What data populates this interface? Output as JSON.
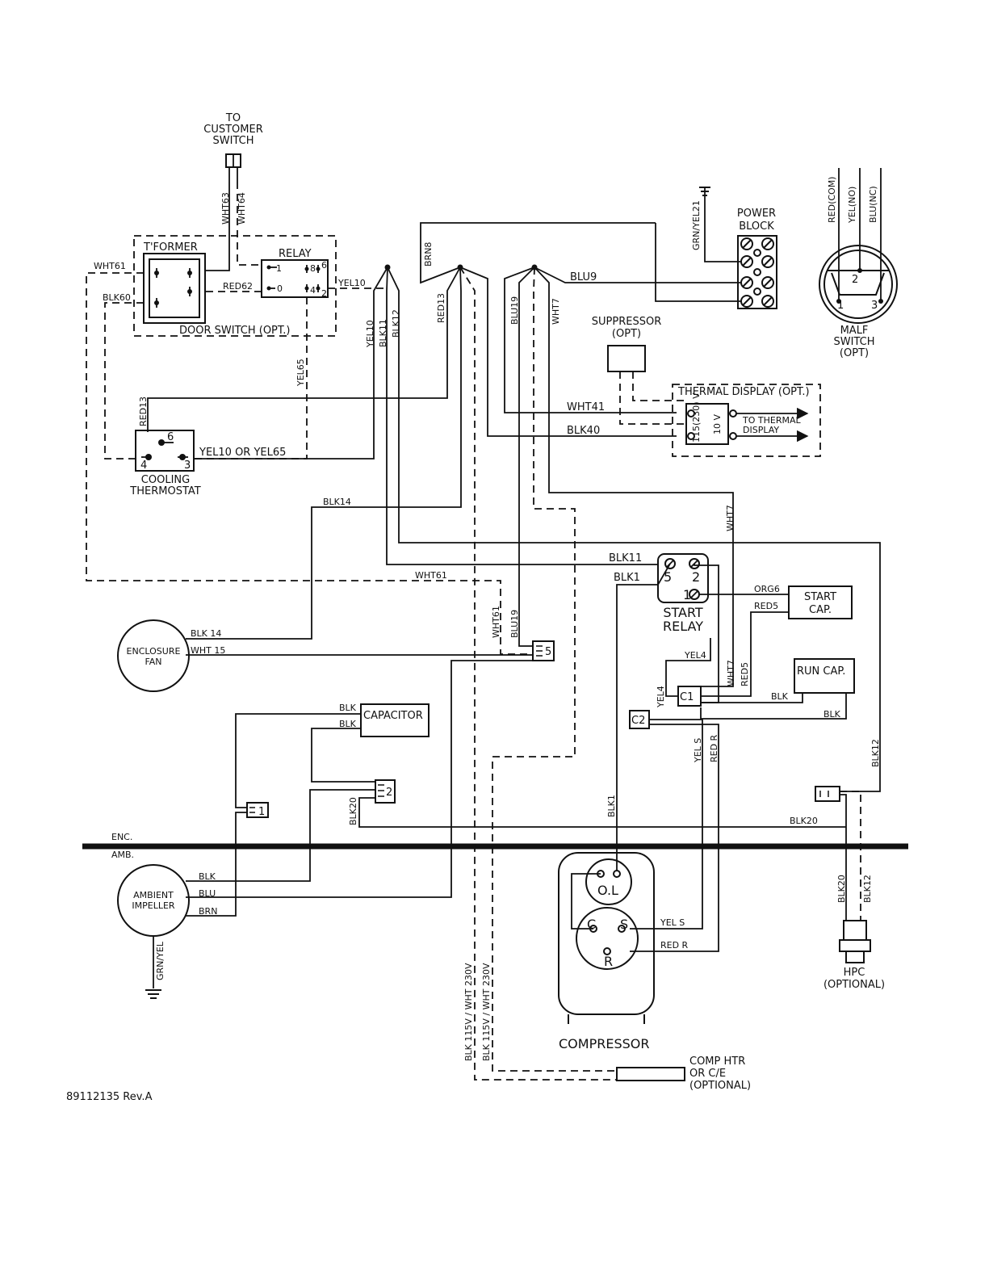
{
  "doc_number": "89112135  Rev.A",
  "components": {
    "customer_switch": "TO\nCUSTOMER\nSWITCH",
    "transformer": "T'FORMER",
    "relay": "RELAY",
    "door_switch": "DOOR  SWITCH  (OPT.)",
    "power_block": "POWER\nBLOCK",
    "malf_switch": "MALF\nSWITCH\n(OPT)",
    "suppressor": "SUPPRESSOR\n(OPT)",
    "thermal_display": "THERMAL  DISPLAY  (OPT.)",
    "to_thermal_display": "TO  THERMAL\nDISPLAY",
    "cooling_thermostat": "COOLING\nTHERMOSTAT",
    "enclosure_fan": "ENCLOSURE\nFAN",
    "start_relay": "START\nRELAY",
    "start_cap": "START\nCAP.",
    "run_cap": "RUN CAP.",
    "capacitor": "CAPACITOR",
    "ambient_impeller": "AMBIENT\nIMPELLER",
    "compressor": "COMPRESSOR",
    "overload": "O.L",
    "comp_htr": "COMP  HTR\nOR  C/E\n(OPTIONAL)",
    "hpc": "HPC\n(OPTIONAL)",
    "enc": "ENC.",
    "amb": "AMB."
  },
  "wire_labels": {
    "wht63": "WHT63",
    "wht64": "WHT64",
    "wht61": "WHT61",
    "blk60": "BLK60",
    "red62": "RED62",
    "yel10": "YEL10",
    "yel65": "YEL65",
    "red13": "RED13",
    "blk11": "BLK11",
    "blk12": "BLK12",
    "brn8": "BRN8",
    "blu19": "BLU19",
    "wht7": "WHT7",
    "blu9": "BLU9",
    "grn_yel21": "GRN/YEL21",
    "red_com": "RED(COM)",
    "yel_no": "YEL(NO)",
    "blu_nc": "BLU(NC)",
    "wht41": "WHT41",
    "blk40": "BLK40",
    "yel10_or_yel65": "YEL10  OR  YEL65",
    "blk14": "BLK14",
    "blk_14": "BLK  14",
    "wht_15": "WHT  15",
    "blk1": "BLK1",
    "org6": "ORG6",
    "red5": "RED5",
    "yel4": "YEL4",
    "blk": "BLK",
    "yel_s": "YEL  S",
    "red_r": "RED  R",
    "blk20": "BLK20",
    "blu": "BLU",
    "brn": "BRN",
    "grn_yel": "GRN/YEL",
    "blk115_1": "BLK  115V  /  WHT  230V",
    "blk115_2": "BLK  115V  /  WHT  230V",
    "10v": "10 V",
    "115_230": "115(230) V"
  },
  "terminals": {
    "relay": [
      "1",
      "6",
      "8",
      "0",
      "4",
      "2"
    ],
    "thermostat": [
      "6",
      "4",
      "3"
    ],
    "malf": [
      "1",
      "2",
      "3"
    ],
    "start_relay": [
      "5",
      "2",
      "1"
    ],
    "connectors": [
      "1",
      "2",
      "5"
    ],
    "compressor": [
      "C",
      "S",
      "R"
    ],
    "c1": "C1",
    "c2": "C2"
  },
  "colors": {
    "ink": "#111111",
    "background": "#ffffff"
  }
}
